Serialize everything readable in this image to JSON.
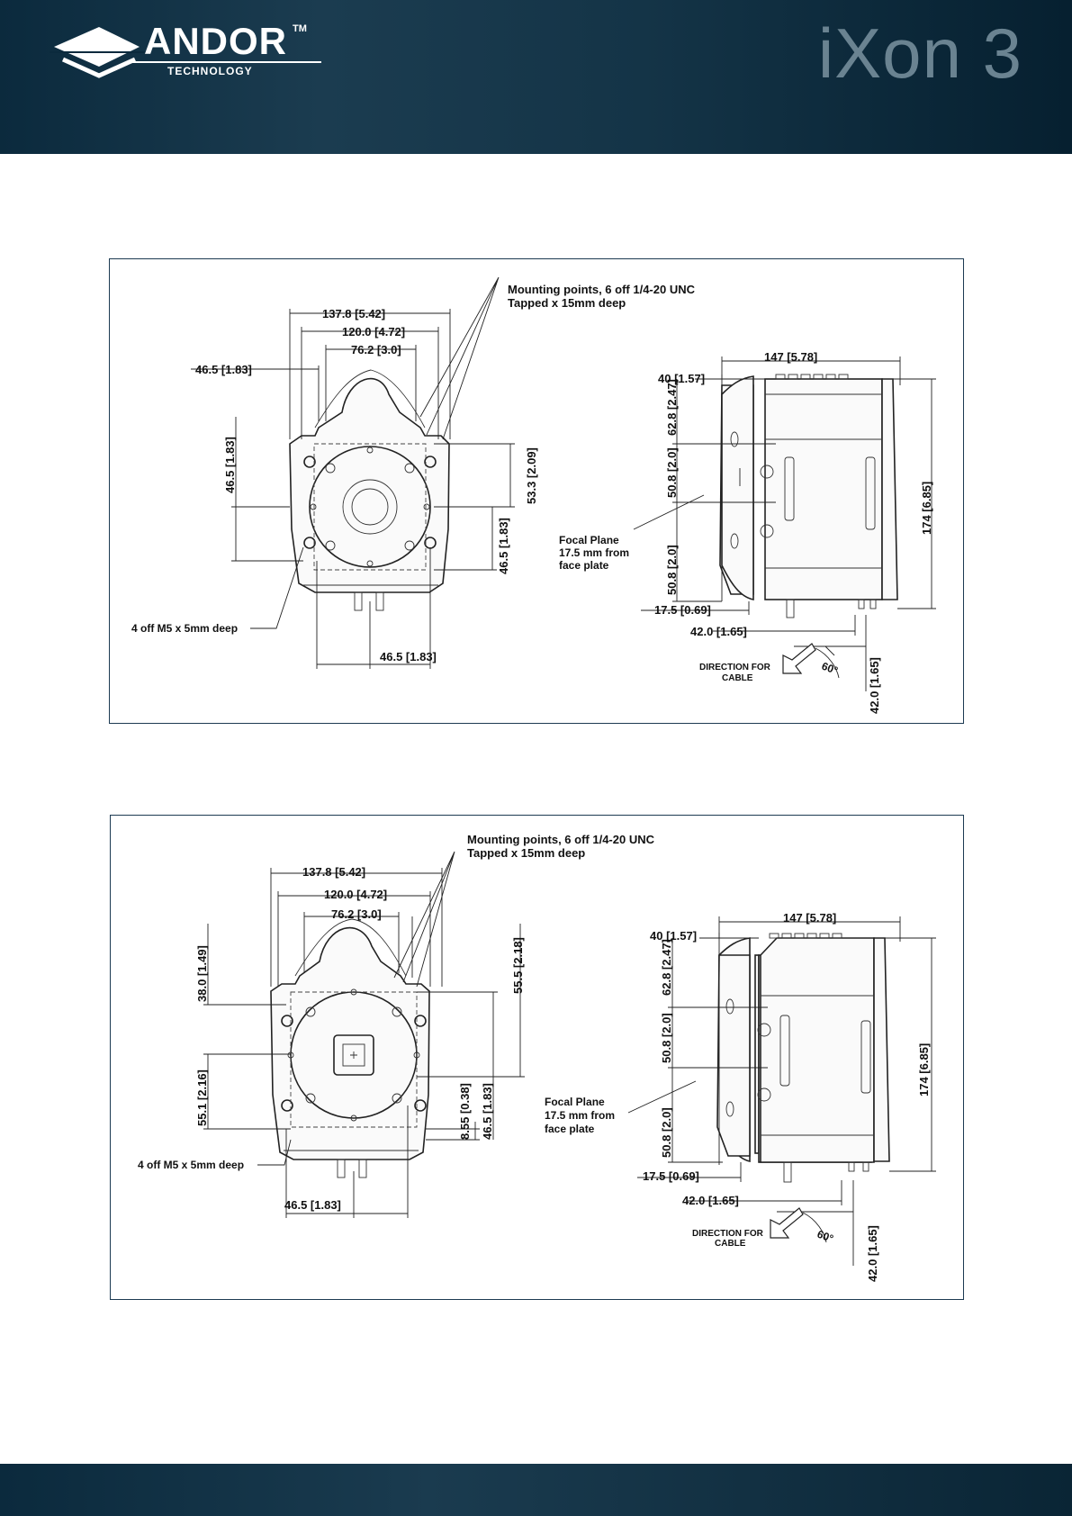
{
  "header": {
    "brand": "ANDOR",
    "trademark": "TM",
    "brand_sub": "TECHNOLOGY",
    "product": "iXon 3",
    "colors": {
      "header_dark": "#0b2a3d",
      "header_mid": "#1b3c50",
      "product_text": "#6a8391"
    }
  },
  "drawings": [
    {
      "mounting_note_1": "Mounting points, 6 off 1/4-20 UNC",
      "mounting_note_2": "Tapped x 15mm deep",
      "front": {
        "w_overall": "137.8 [5.42]",
        "w_holes": "120.0 [4.72]",
        "w_inner": "76.2 [3.0]",
        "left_offset": "46.5 [1.83]",
        "v_left": "46.5 [1.83]",
        "v_right_top": "53.3 [2.09]",
        "v_right_bottom": "46.5 [1.83]",
        "bottom": "46.5 [1.83]",
        "m5_note": "4 off M5 x 5mm deep"
      },
      "side": {
        "width": "147 [5.78]",
        "offset": "40 [1.57]",
        "h_top": "62.8 [2.47]",
        "h_mid": "50.8 [2.0]",
        "h_low": "50.8 [2.0]",
        "h_total": "174 [6.85]",
        "face": "17.5 [0.69]",
        "cable_offset": "42.0 [1.65]",
        "cable_drop": "42.0 [1.65]",
        "focal_1": "Focal Plane",
        "focal_2": "17.5 mm from",
        "focal_3": "face plate",
        "dir_1": "DIRECTION FOR",
        "dir_2": "CABLE",
        "angle": "60°"
      }
    },
    {
      "mounting_note_1": "Mounting points, 6 off 1/4-20 UNC",
      "mounting_note_2": "Tapped x 15mm deep",
      "front": {
        "w_overall": "137.8 [5.42]",
        "w_holes": "120.0 [4.72]",
        "w_inner": "76.2 [3.0]",
        "v_left_top": "38.0 [1.49]",
        "v_left_bottom": "55.1 [2.16]",
        "v_right_top": "55.5 [2.18]",
        "v_right_small": "8.55 [0.38]",
        "v_right_bottom": "46.5 [1.83]",
        "bottom": "46.5 [1.83]",
        "m5_note": "4 off M5 x 5mm deep"
      },
      "side": {
        "width": "147 [5.78]",
        "offset": "40 [1.57]",
        "h_top": "62.8 [2.47]",
        "h_mid": "50.8 [2.0]",
        "h_low": "50.8 [2.0]",
        "h_total": "174 [6.85]",
        "face": "17.5 [0.69]",
        "cable_offset": "42.0 [1.65]",
        "cable_drop": "42.0 [1.65]",
        "focal_1": "Focal Plane",
        "focal_2": "17.5 mm from",
        "focal_3": "face plate",
        "dir_1": "DIRECTION FOR",
        "dir_2": "CABLE",
        "angle": "60°"
      }
    }
  ]
}
